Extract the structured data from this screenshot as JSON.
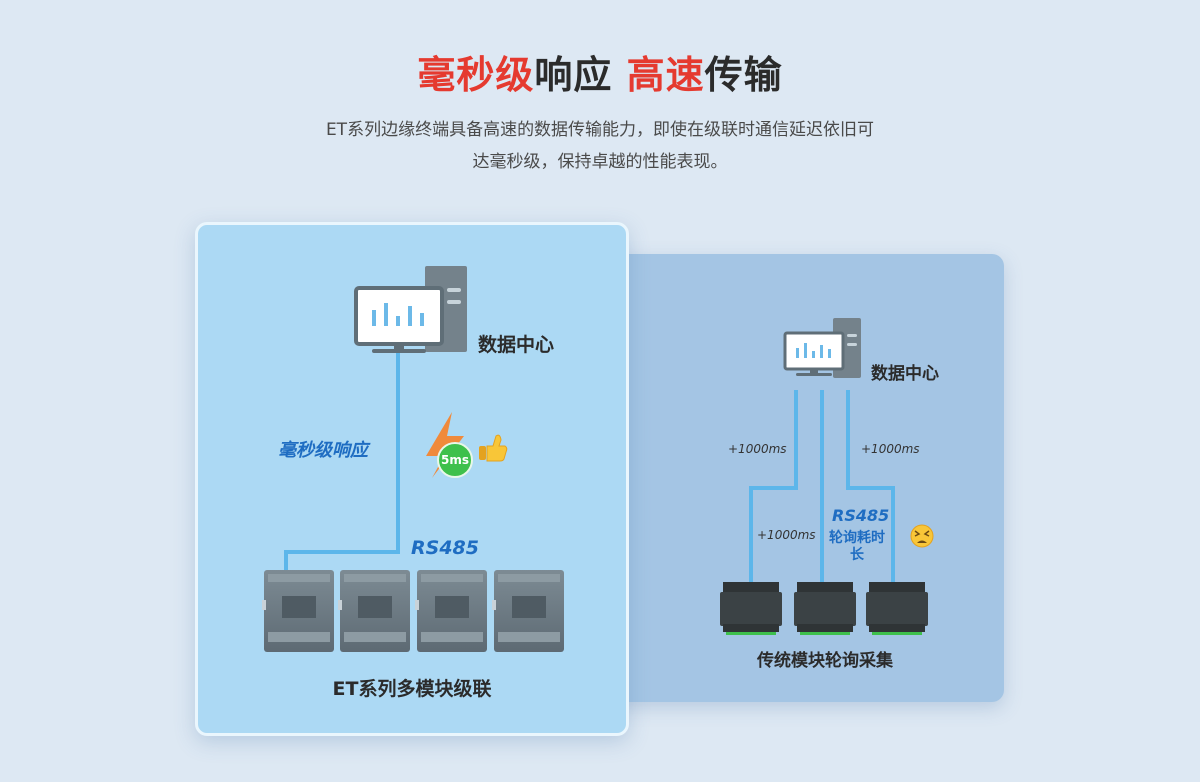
{
  "header": {
    "title_part1_red": "毫秒级",
    "title_part2": "响应",
    "title_part3_red": "高速",
    "title_part4": "传输",
    "subtitle_line1": "ET系列边缘终端具备高速的数据传输能力，即使在级联时通信延迟依旧可",
    "subtitle_line2": "达毫秒级，保持卓越的性能表现。"
  },
  "left_panel": {
    "datacenter_label": "数据中心",
    "response_label": "毫秒级响应",
    "latency_badge": "5ms",
    "bus_label": "RS485",
    "caption": "ET系列多模块级联",
    "module_count": 4
  },
  "right_panel": {
    "datacenter_label": "数据中心",
    "delay_left": "+1000ms",
    "delay_right": "+1000ms",
    "delay_mid": "+1000ms",
    "bus_label": "RS485",
    "poll_label": "轮询耗时长",
    "caption": "传统模块轮询采集",
    "module_count": 3
  },
  "colors": {
    "accent_red": "#e53a2f",
    "accent_blue": "#1f6dc2",
    "line_blue": "#4fb3e8",
    "badge_green": "#3ec04c"
  },
  "icons": [
    "monitor-icon",
    "server-tower-icon",
    "lightning-icon",
    "thumbs-up-emoji",
    "tired-face-emoji",
    "plc-module-icon",
    "terminal-block-module-icon"
  ]
}
